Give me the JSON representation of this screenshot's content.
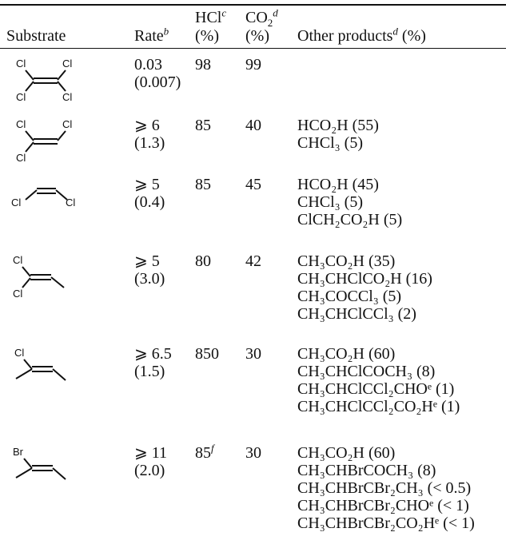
{
  "headers": {
    "substrate": "Substrate",
    "rate": "Rate",
    "rate_sup": "b",
    "hcl_1": "HCl",
    "hcl_sup": "c",
    "hcl_2": "(%)",
    "co2_1": "CO",
    "co2_sub": "2",
    "co2_sup": "d",
    "co2_2": "(%)",
    "other": "Other products",
    "other_sup": "d",
    "other_tail": " (%)"
  },
  "rows": [
    {
      "structure_icon": "tetrachloroethylene-structure-icon",
      "atom_labels": [
        "Cl",
        "Cl",
        "Cl",
        "Cl"
      ],
      "rate": "0.03",
      "rate_alt": "(0.007)",
      "hcl": "98",
      "hcl_sup": "",
      "co2": "99",
      "products": []
    },
    {
      "structure_icon": "trichloroethylene-structure-icon",
      "atom_labels": [
        "Cl",
        "Cl",
        "Cl"
      ],
      "rate": "⩾ 6",
      "rate_alt": "(1.3)",
      "hcl": "85",
      "hcl_sup": "",
      "co2": "40",
      "products": [
        "HCO₂H (55)",
        "CHCl₃ (5)"
      ]
    },
    {
      "structure_icon": "cis-dichloroethylene-structure-icon",
      "atom_labels": [
        "Cl",
        "Cl"
      ],
      "rate": "⩾ 5",
      "rate_alt": "(0.4)",
      "hcl": "85",
      "hcl_sup": "",
      "co2": "45",
      "products": [
        "HCO₂H (45)",
        "CHCl₃ (5)",
        "ClCH₂CO₂H (5)"
      ]
    },
    {
      "structure_icon": "dichloropropene-structure-icon",
      "atom_labels": [
        "Cl",
        "Cl"
      ],
      "rate": "⩾ 5",
      "rate_alt": "(3.0)",
      "hcl": "80",
      "hcl_sup": "",
      "co2": "42",
      "products": [
        "CH₃CO₂H (35)",
        "CH₃CHClCO₂H (16)",
        "CH₃COCCl₃ (5)",
        "CH₃CHClCCl₃ (2)"
      ]
    },
    {
      "structure_icon": "chlorobutene-structure-icon",
      "atom_labels": [
        "Cl"
      ],
      "rate": "⩾ 6.5",
      "rate_alt": "(1.5)",
      "hcl": "850",
      "hcl_sup": "",
      "co2": "30",
      "products": [
        "CH₃CO₂H (60)",
        "CH₃CHClCOCH₃ (8)",
        "CH₃CHClCCl₂CHOᵉ (1)",
        "CH₃CHClCCl₂CO₂Hᵉ (1)"
      ]
    },
    {
      "structure_icon": "bromobutene-structure-icon",
      "atom_labels": [
        "Br"
      ],
      "rate": "⩾ 11",
      "rate_alt": "(2.0)",
      "hcl": "85",
      "hcl_sup": "f",
      "co2": "30",
      "products": [
        "CH₃CO₂H (60)",
        "CH₃CHBrCOCH₃ (8)",
        "CH₃CHBrCBr₂CH₃ (< 0.5)",
        "CH₃CHBrCBr₂CHOᵉ (< 1)",
        "CH₃CHBrCBr₂CO₂Hᵉ (< 1)"
      ]
    }
  ]
}
